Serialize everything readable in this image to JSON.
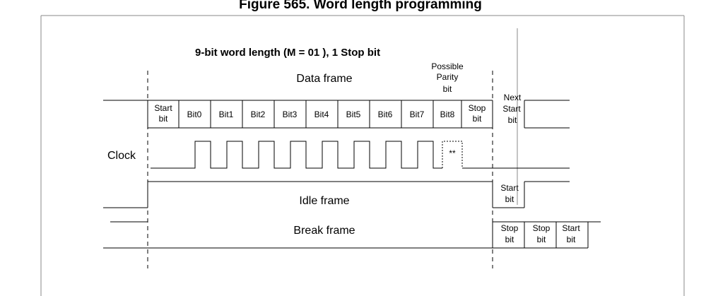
{
  "figure": {
    "title": "Figure 565. Word length programming",
    "subtitle": "9-bit word length (M = 01 ), 1 Stop bit"
  },
  "labels": {
    "data_frame": "Data frame",
    "possible": "Possible",
    "parity": "Parity",
    "bit": "bit",
    "clock": "Clock",
    "idle_frame": "Idle frame",
    "break_frame": "Break frame",
    "double_star": "**"
  },
  "data_frame_cells": [
    {
      "line1": "Start",
      "line2": "bit"
    },
    {
      "line1": "Bit0"
    },
    {
      "line1": "Bit1"
    },
    {
      "line1": "Bit2"
    },
    {
      "line1": "Bit3"
    },
    {
      "line1": "Bit4"
    },
    {
      "line1": "Bit5"
    },
    {
      "line1": "Bit6"
    },
    {
      "line1": "Bit7"
    },
    {
      "line1": "Bit8"
    },
    {
      "line1": "Stop",
      "line2": "bit"
    },
    {
      "line1": "Next",
      "line2": "Start",
      "line3": "bit"
    }
  ],
  "idle_frame_cells": [
    {
      "line1": "Start",
      "line2": "bit"
    }
  ],
  "break_frame_cells": [
    {
      "line1": "Stop",
      "line2": "bit"
    },
    {
      "line1": "Stop",
      "line2": "bit"
    },
    {
      "line1": "Start",
      "line2": "bit"
    }
  ],
  "colors": {
    "line": "#000000",
    "frame_border": "#888888",
    "background": "#ffffff"
  }
}
